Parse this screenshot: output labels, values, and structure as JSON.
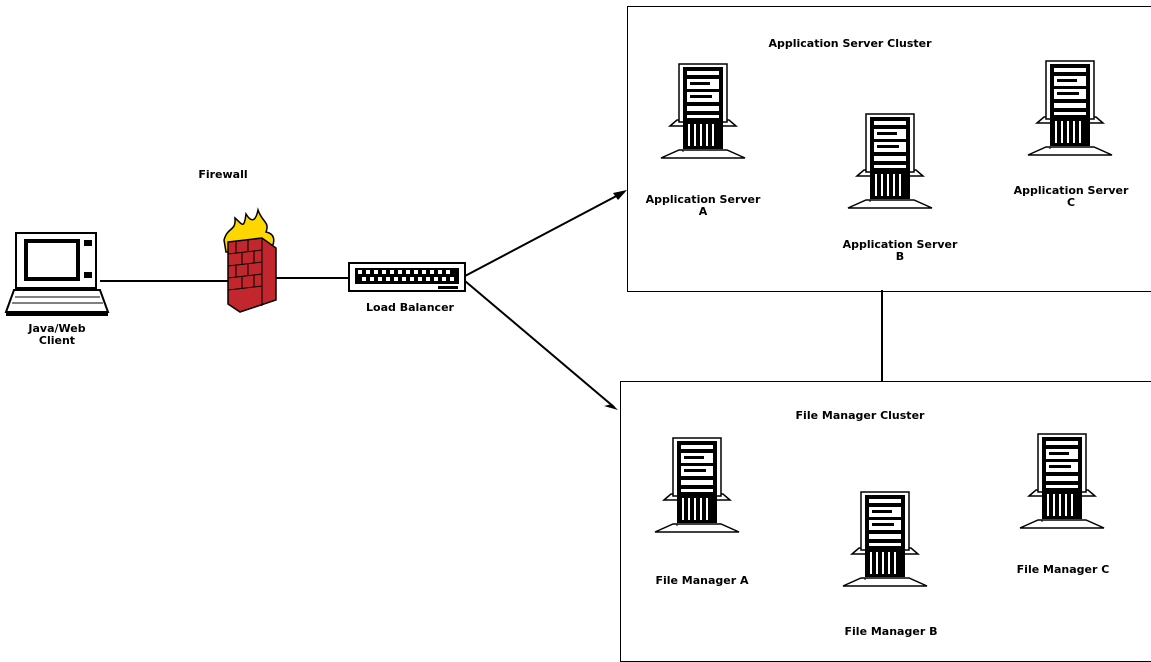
{
  "client": {
    "label_line1": "Java/Web",
    "label_line2": "Client",
    "icon": "laptop-icon"
  },
  "firewall": {
    "label": "Firewall",
    "icon": "firewall-icon"
  },
  "load_balancer": {
    "label": "Load Balancer",
    "icon": "load-balancer-icon"
  },
  "app_cluster": {
    "title": "Application Server Cluster",
    "servers": [
      {
        "line1": "Application Server",
        "line2": "A"
      },
      {
        "line1": "Application Server",
        "line2": "B"
      },
      {
        "line1": "Application Server",
        "line2": "C"
      }
    ]
  },
  "file_cluster": {
    "title": "File Manager Cluster",
    "servers": [
      {
        "label": "File Manager A"
      },
      {
        "label": "File Manager B"
      },
      {
        "label": "File Manager C"
      }
    ]
  },
  "colors": {
    "line": "#000000",
    "firewall_brick": "#c1272d",
    "firewall_flame": "#ffd700"
  }
}
